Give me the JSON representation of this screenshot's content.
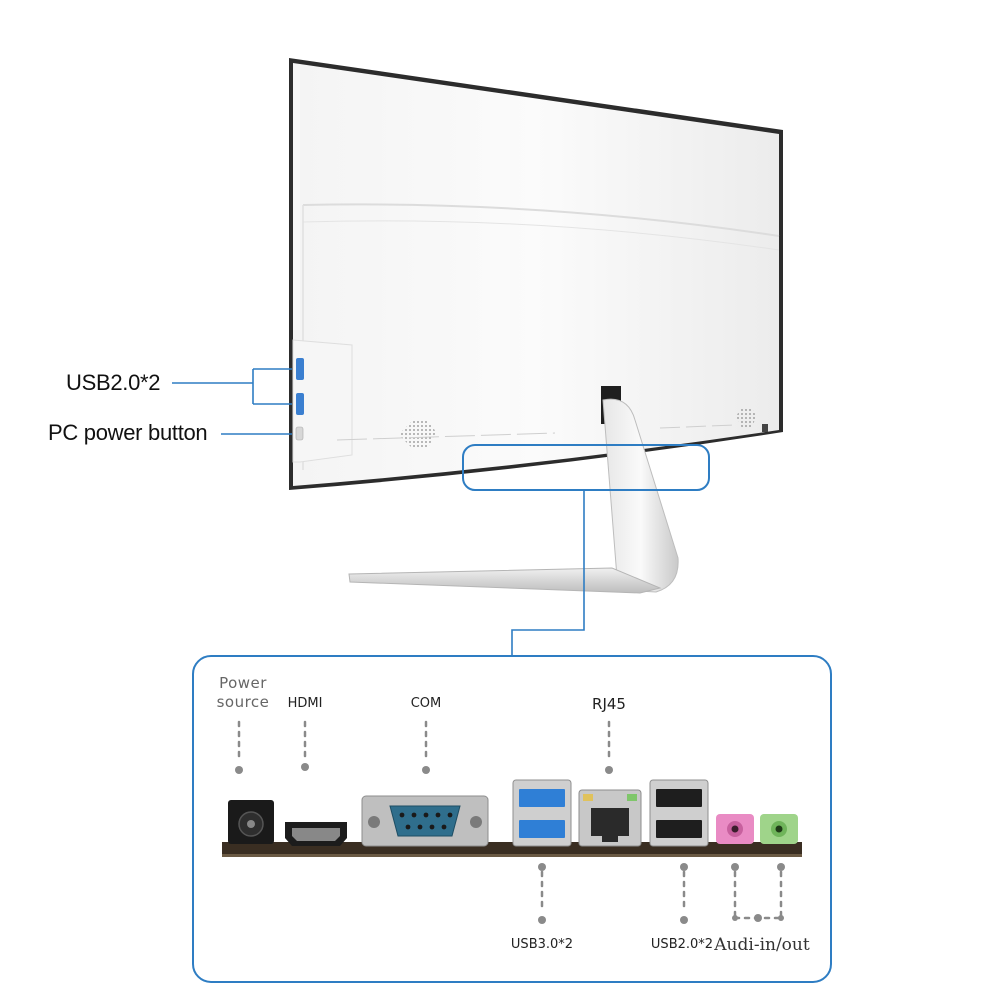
{
  "callouts": {
    "usb_side": "USB2.0*2",
    "power_button": "PC power button"
  },
  "ports": {
    "power_source": "Power\nsource",
    "hdmi": "HDMI",
    "com": "COM",
    "rj45": "RJ45",
    "usb3": "USB3.0*2",
    "usb2": "USB2.0*2",
    "audio": "Audi-in/out"
  },
  "colors": {
    "accent": "#2e7dc3",
    "audio_pink": "#e98bc4",
    "audio_green": "#9fd48a"
  }
}
